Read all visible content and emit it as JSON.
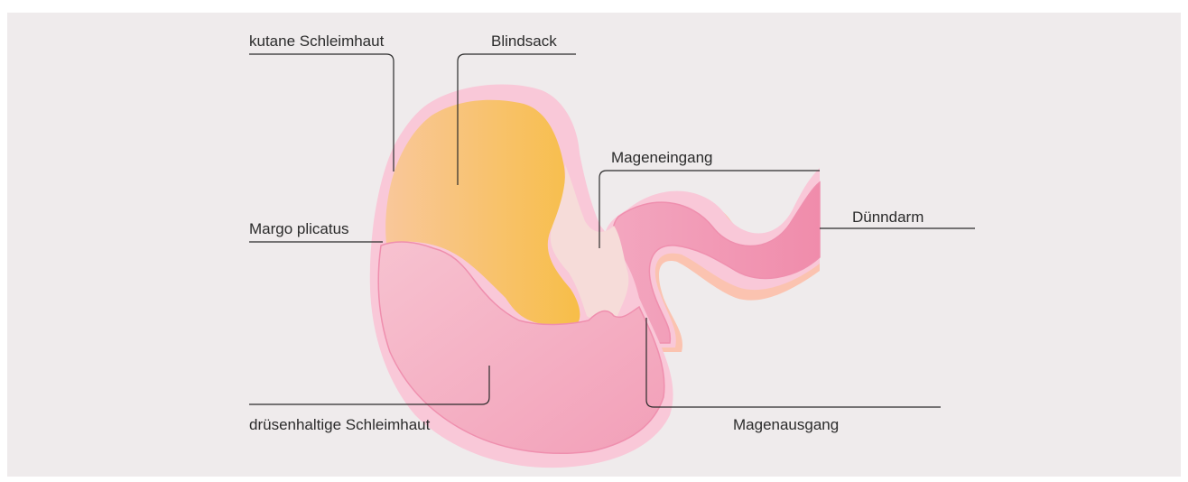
{
  "labels": {
    "kutane_schleimhaut": "kutane Schleimhaut",
    "blindsack": "Blindsack",
    "mageneingang": "Mageneingang",
    "duenndarm": "Dünndarm",
    "margo_plicatus": "Margo plicatus",
    "druesenhaltige_schleimhaut": "drüsenhaltige Schleimhaut",
    "magenausgang": "Magenausgang"
  },
  "colors": {
    "background": "#efebec",
    "outer_membrane": "#f9c8d8",
    "cutaneous_mucosa_start": "#f9c58f",
    "cutaneous_mucosa_end": "#f8c04c",
    "glandular_mucosa": "#f5b2c6",
    "glandular_outline": "#ef8fae",
    "intestine": "#f28fae",
    "intestine_wall": "#f9c8d8",
    "intestine_serosa": "#fbc3b0",
    "entrance": "#f6dcd9",
    "leader_line": "#2b2b2b"
  }
}
